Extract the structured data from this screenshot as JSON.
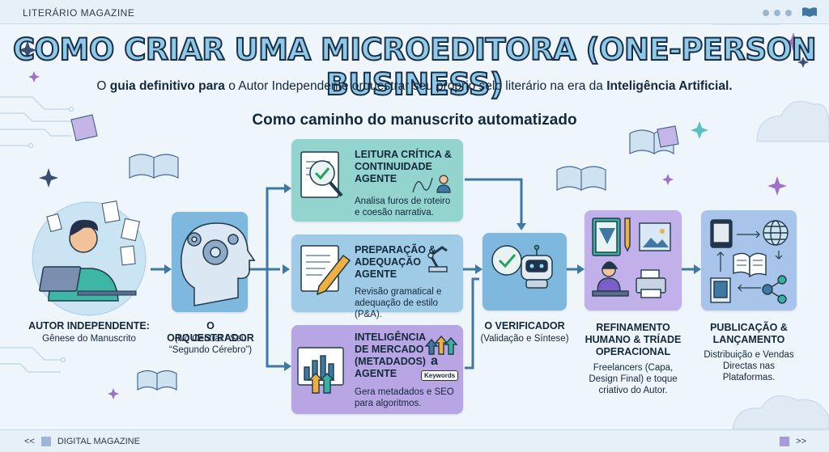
{
  "header": {
    "brand": "LITERÁRIO MAGAZINE"
  },
  "title": "COMO CRIAR UMA MICROEDITORA (ONE-PERSON BUSINESS)",
  "subtitle": {
    "p1": "O ",
    "b1": "guia definitivo para",
    "p2": " o Autor Independente orquestrar seu próprio selo literário na era da ",
    "b2": "Inteligência Artificial."
  },
  "section_title": "Como caminho do manuscrito automatizado",
  "nodes": {
    "author": {
      "title": "AUTOR INDEPENDENTE:",
      "desc": "Gênese do Manuscrito"
    },
    "orchestrator": {
      "title": "O ORQUESTRADOR",
      "desc_l1": "(Nó Central / Seu",
      "desc_l2": "“Segundo Cérebro”)"
    },
    "verifier": {
      "title": "O VERIFICADOR",
      "desc": "(Validação e Síntese)"
    },
    "refinement": {
      "title_l1": "REFINAMENTO",
      "title_l2": "HUMANO & TRÍADE",
      "title_l3": "OPERACIONAL",
      "desc_l1": "Freelancers (Capa,",
      "desc_l2": "Design Final) e toque",
      "desc_l3": "criativo do Autor."
    },
    "publication": {
      "title_l1": "PUBLICAÇÃO &",
      "title_l2": "LANÇAMENTO",
      "desc_l1": "Distribuição e Vendas",
      "desc_l2": "Directas nas",
      "desc_l3": "Plataformas."
    }
  },
  "agents": [
    {
      "title_l1": "LEITURA CRÍTICA &",
      "title_l2": "CONTINUIDADE",
      "title_l3": "AGENTE",
      "desc_l1": "Analisa furos de roteiro",
      "desc_l2": "e coesão narrativa."
    },
    {
      "title_l1": "PREPARAÇÃO &",
      "title_l2": "ADEQUAÇÃO",
      "title_l3": "AGENTE",
      "desc_l1": "Revisão gramatical e",
      "desc_l2": "adequação de estilo (P&A)."
    },
    {
      "title_l1": "INTELIGÊNCIA",
      "title_l2": "DE MERCADO",
      "title_l3": "(METADADOS)",
      "title_l4": "AGENTE",
      "desc_l1": "Gera metadados e SEO",
      "desc_l2": "para algoritmos.",
      "badge": "Keywords",
      "badge_letter": "a"
    }
  ],
  "footer": {
    "left_arrows": "<<",
    "left": "DIGITAL MAGAZINE",
    "right_arrows": ">>"
  },
  "colors": {
    "page_bg": "#eef5fb",
    "teal_card": "#93d4cf",
    "blue_card": "#9fcbe6",
    "purple_card": "#b8a6e4",
    "arrow": "#3e78a3",
    "title_fill": "#8ec9e8",
    "title_stroke": "#1a2f47"
  },
  "icons": [
    "book-icon",
    "sparkle-icon",
    "cloud-icon",
    "person-laptop-icon",
    "head-gears-icon",
    "magnifier-check-icon",
    "pencil-paper-icon",
    "robot-arm-icon",
    "chart-arrows-icon",
    "robot-check-icon",
    "book-pen-icon",
    "printer-icon",
    "globe-icon",
    "tablet-icon",
    "share-network-icon"
  ]
}
